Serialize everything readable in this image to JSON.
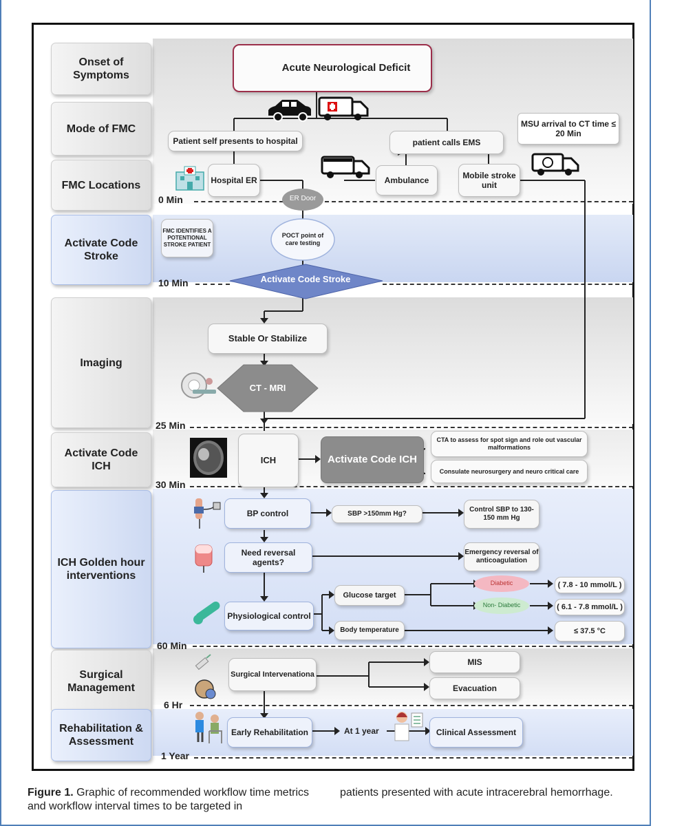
{
  "stages": {
    "onset": "Onset of Symptoms",
    "mode": "Mode of FMC",
    "locations": "FMC Locations",
    "activate_stroke": "Activate Code Stroke",
    "imaging": "Imaging",
    "activate_ich": "Activate Code ICH",
    "golden": "ICH Golden hour interventions",
    "surgical": "Surgical Management",
    "rehab": "Rehabilitation & Assessment"
  },
  "times": {
    "t0": "0 Min",
    "t10": "10 Min",
    "t25": "25 Min",
    "t30": "30 Min",
    "t60": "60 Min",
    "t6h": "6 Hr",
    "t1y": "1 Year"
  },
  "nodes": {
    "deficit": "Acute Neurological Deficit",
    "self_present": "Patient self presents to hospital",
    "calls_ems": "patient calls EMS",
    "msu_note": "MSU arrival to CT time ≤ 20 Min",
    "hospital_er": "Hospital ER",
    "ambulance": "Ambulance",
    "msu": "Mobile stroke unit",
    "er_door": "ER Door",
    "fmc_identifies": "FMC IDENTIFIES A POTENTIONAL STROKE PATIENT",
    "poct": "POCT point of care testing",
    "activate_code_stroke": "Activate Code Stroke",
    "stable": "Stable Or Stabilize",
    "ct_mri": "CT - MRI",
    "ich": "ICH",
    "activate_code_ich": "Activate Code ICH",
    "cta": "CTA to assess for spot sign and role out vascular malformations",
    "consult": "Consulate neurosurgery and neuro critical care",
    "bp_control": "BP control",
    "sbp_q": "SBP >150mm Hg?",
    "control_sbp": "Control SBP to 130-150 mm Hg",
    "reversal_q": "Need reversal agents?",
    "emergency_reversal": "Emergency reversal of anticoagulation",
    "physio": "Physiological control",
    "glucose": "Glucose target",
    "diabetic": "Diabetic",
    "non_diabetic": "Non- Diabetic",
    "diabetic_range": "( 7.8 - 10 mmol/L )",
    "non_diabetic_range": "( 6.1 - 7.8 mmol/L )",
    "body_temp": "Body temperature",
    "temp_target": "≤ 37.5 °C",
    "surgical_int": "Surgical Intervenationa",
    "mis": "MIS",
    "evacuation": "Evacuation",
    "early_rehab": "Early Rehabilitation",
    "at_1_year": "At 1 year",
    "clinical_assessment": "Clinical Assessment"
  },
  "caption": {
    "label": "Figure 1.",
    "text_left": "Graphic of recommended workflow time metrics and workflow interval times to be targeted in",
    "text_right": "patients presented with acute intracerebral hemorrhage."
  },
  "colors": {
    "accent_maroon": "#9b2e4a",
    "diamond_blue": "#6f86c8",
    "diabetic_pink": "#f4b8c2",
    "non_diabetic_green": "#cdebd0"
  }
}
